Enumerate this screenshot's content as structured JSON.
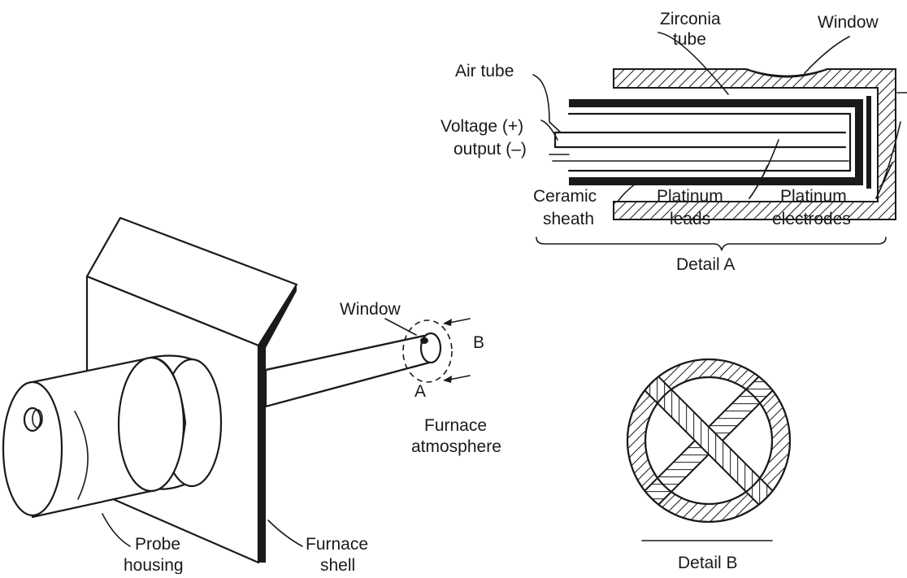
{
  "detail_a": {
    "labels": {
      "zirconia_tube_line1": "Zirconia",
      "zirconia_tube_line2": "tube",
      "window": "Window",
      "air_tube": "Air tube",
      "voltage_line1": "Voltage (+)",
      "voltage_line2": "output (–)",
      "ceramic_sheath_line1": "Ceramic",
      "ceramic_sheath_line2": "sheath",
      "platinum_leads_line1": "Platinum",
      "platinum_leads_line2": "leads",
      "platinum_electrodes_line1": "Platinum",
      "platinum_electrodes_line2": "electrodes",
      "caption": "Detail A"
    }
  },
  "main_view": {
    "labels": {
      "window": "Window",
      "marker_b": "B",
      "marker_a": "A",
      "furnace_atmosphere_line1": "Furnace",
      "furnace_atmosphere_line2": "atmosphere",
      "probe_housing_line1": "Probe",
      "probe_housing_line2": "housing",
      "furnace_shell_line1": "Furnace",
      "furnace_shell_line2": "shell"
    }
  },
  "detail_b": {
    "labels": {
      "caption": "Detail B"
    }
  }
}
